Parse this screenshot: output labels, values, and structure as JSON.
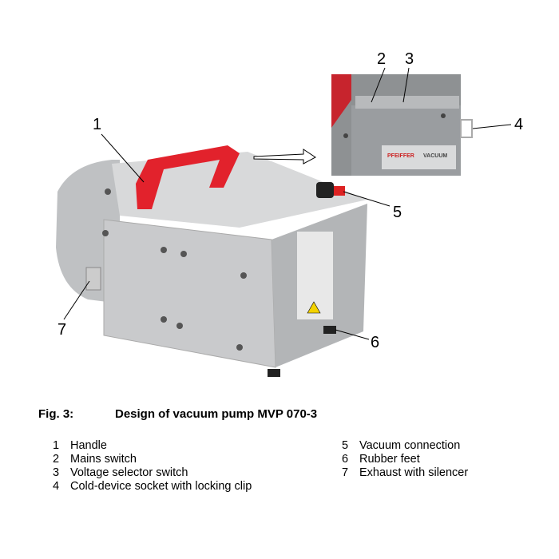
{
  "figure": {
    "label": "Fig. 3:",
    "title": "Design of vacuum pump MVP 070-3"
  },
  "callouts": [
    "1",
    "2",
    "3",
    "4",
    "5",
    "6",
    "7"
  ],
  "inset_brand": {
    "brand": "PFEIFFER",
    "product": "VACUUM"
  },
  "legend_left": [
    {
      "n": "1",
      "text": "Handle"
    },
    {
      "n": "2",
      "text": "Mains switch"
    },
    {
      "n": "3",
      "text": "Voltage selector switch"
    },
    {
      "n": "4",
      "text": "Cold-device socket with locking clip"
    }
  ],
  "legend_right": [
    {
      "n": "5",
      "text": "Vacuum connection"
    },
    {
      "n": "6",
      "text": "Rubber feet"
    },
    {
      "n": "7",
      "text": "Exhaust with silencer"
    }
  ]
}
